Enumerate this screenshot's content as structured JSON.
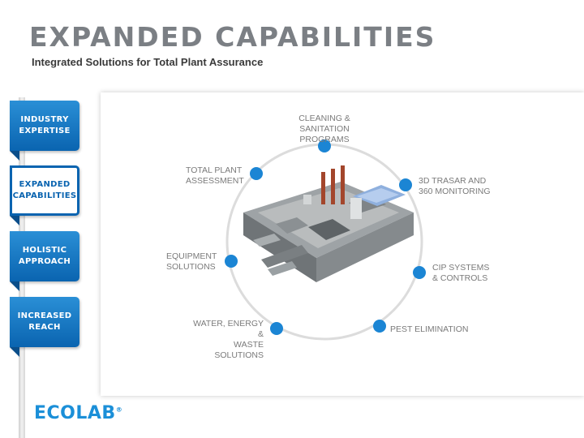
{
  "header": {
    "title": "EXPANDED CAPABILITIES",
    "subtitle": "Integrated Solutions for Total Plant Assurance"
  },
  "nav": {
    "items": [
      {
        "label": "INDUSTRY\nEXPERTISE",
        "active": false
      },
      {
        "label": "EXPANDED\nCAPABILITIES",
        "active": true
      },
      {
        "label": "HOLISTIC\nAPPROACH",
        "active": false
      },
      {
        "label": "INCREASED\nREACH",
        "active": false
      }
    ]
  },
  "diagram": {
    "labels": {
      "cleaning": "CLEANING & SANITATION\nPROGRAMS",
      "trasar": "3D TRASAR AND\n360 MONITORING",
      "cip": "CIP SYSTEMS\n& CONTROLS",
      "pest": "PEST ELIMINATION",
      "water": "WATER, ENERGY &\nWASTE SOLUTIONS",
      "equipment": "EQUIPMENT\nSOLUTIONS",
      "assessment": "TOTAL PLANT\nASSESSMENT"
    }
  },
  "footer": {
    "logo": "ECOLAB",
    "mark": "®"
  },
  "colors": {
    "accent": "#0a64b0",
    "dot": "#1b85d4",
    "title": "#7b7f84"
  }
}
